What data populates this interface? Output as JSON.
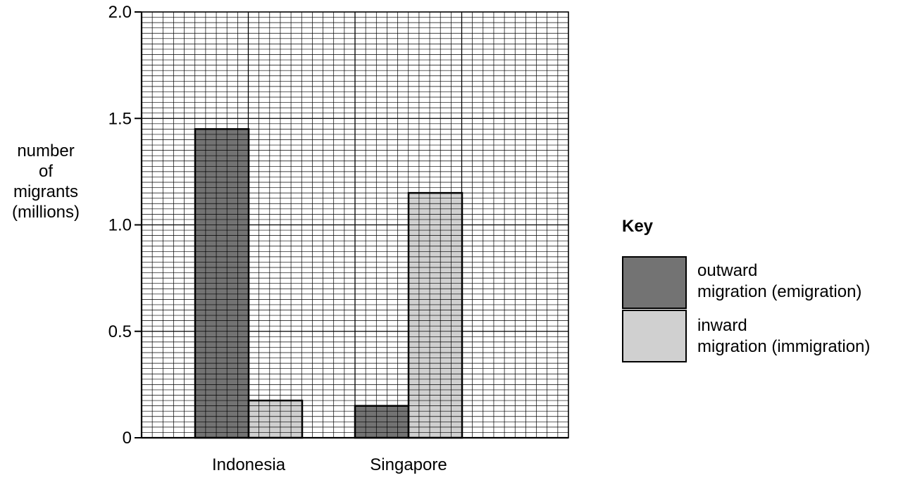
{
  "chart_data": {
    "type": "bar",
    "categories": [
      "Indonesia",
      "Singapore"
    ],
    "series": [
      {
        "name": "outward migration (emigration)",
        "values": [
          1.45,
          0.15
        ],
        "color": "#737373"
      },
      {
        "name": "inward migration (immigration)",
        "values": [
          0.175,
          1.15
        ],
        "color": "#d0d0d0"
      }
    ],
    "ylabel_lines": [
      "number",
      "of",
      "migrants",
      "(millions)"
    ],
    "ylim": [
      0,
      2.0
    ],
    "yticks": [
      "0",
      "0.5",
      "1.0",
      "1.5",
      "2.0"
    ],
    "grid": true,
    "legend": {
      "title": "Key",
      "placement": "right",
      "entries": [
        {
          "line1": "outward",
          "line2": "migration (emigration)"
        },
        {
          "line1": "inward",
          "line2": "migration (immigration)"
        }
      ]
    }
  }
}
